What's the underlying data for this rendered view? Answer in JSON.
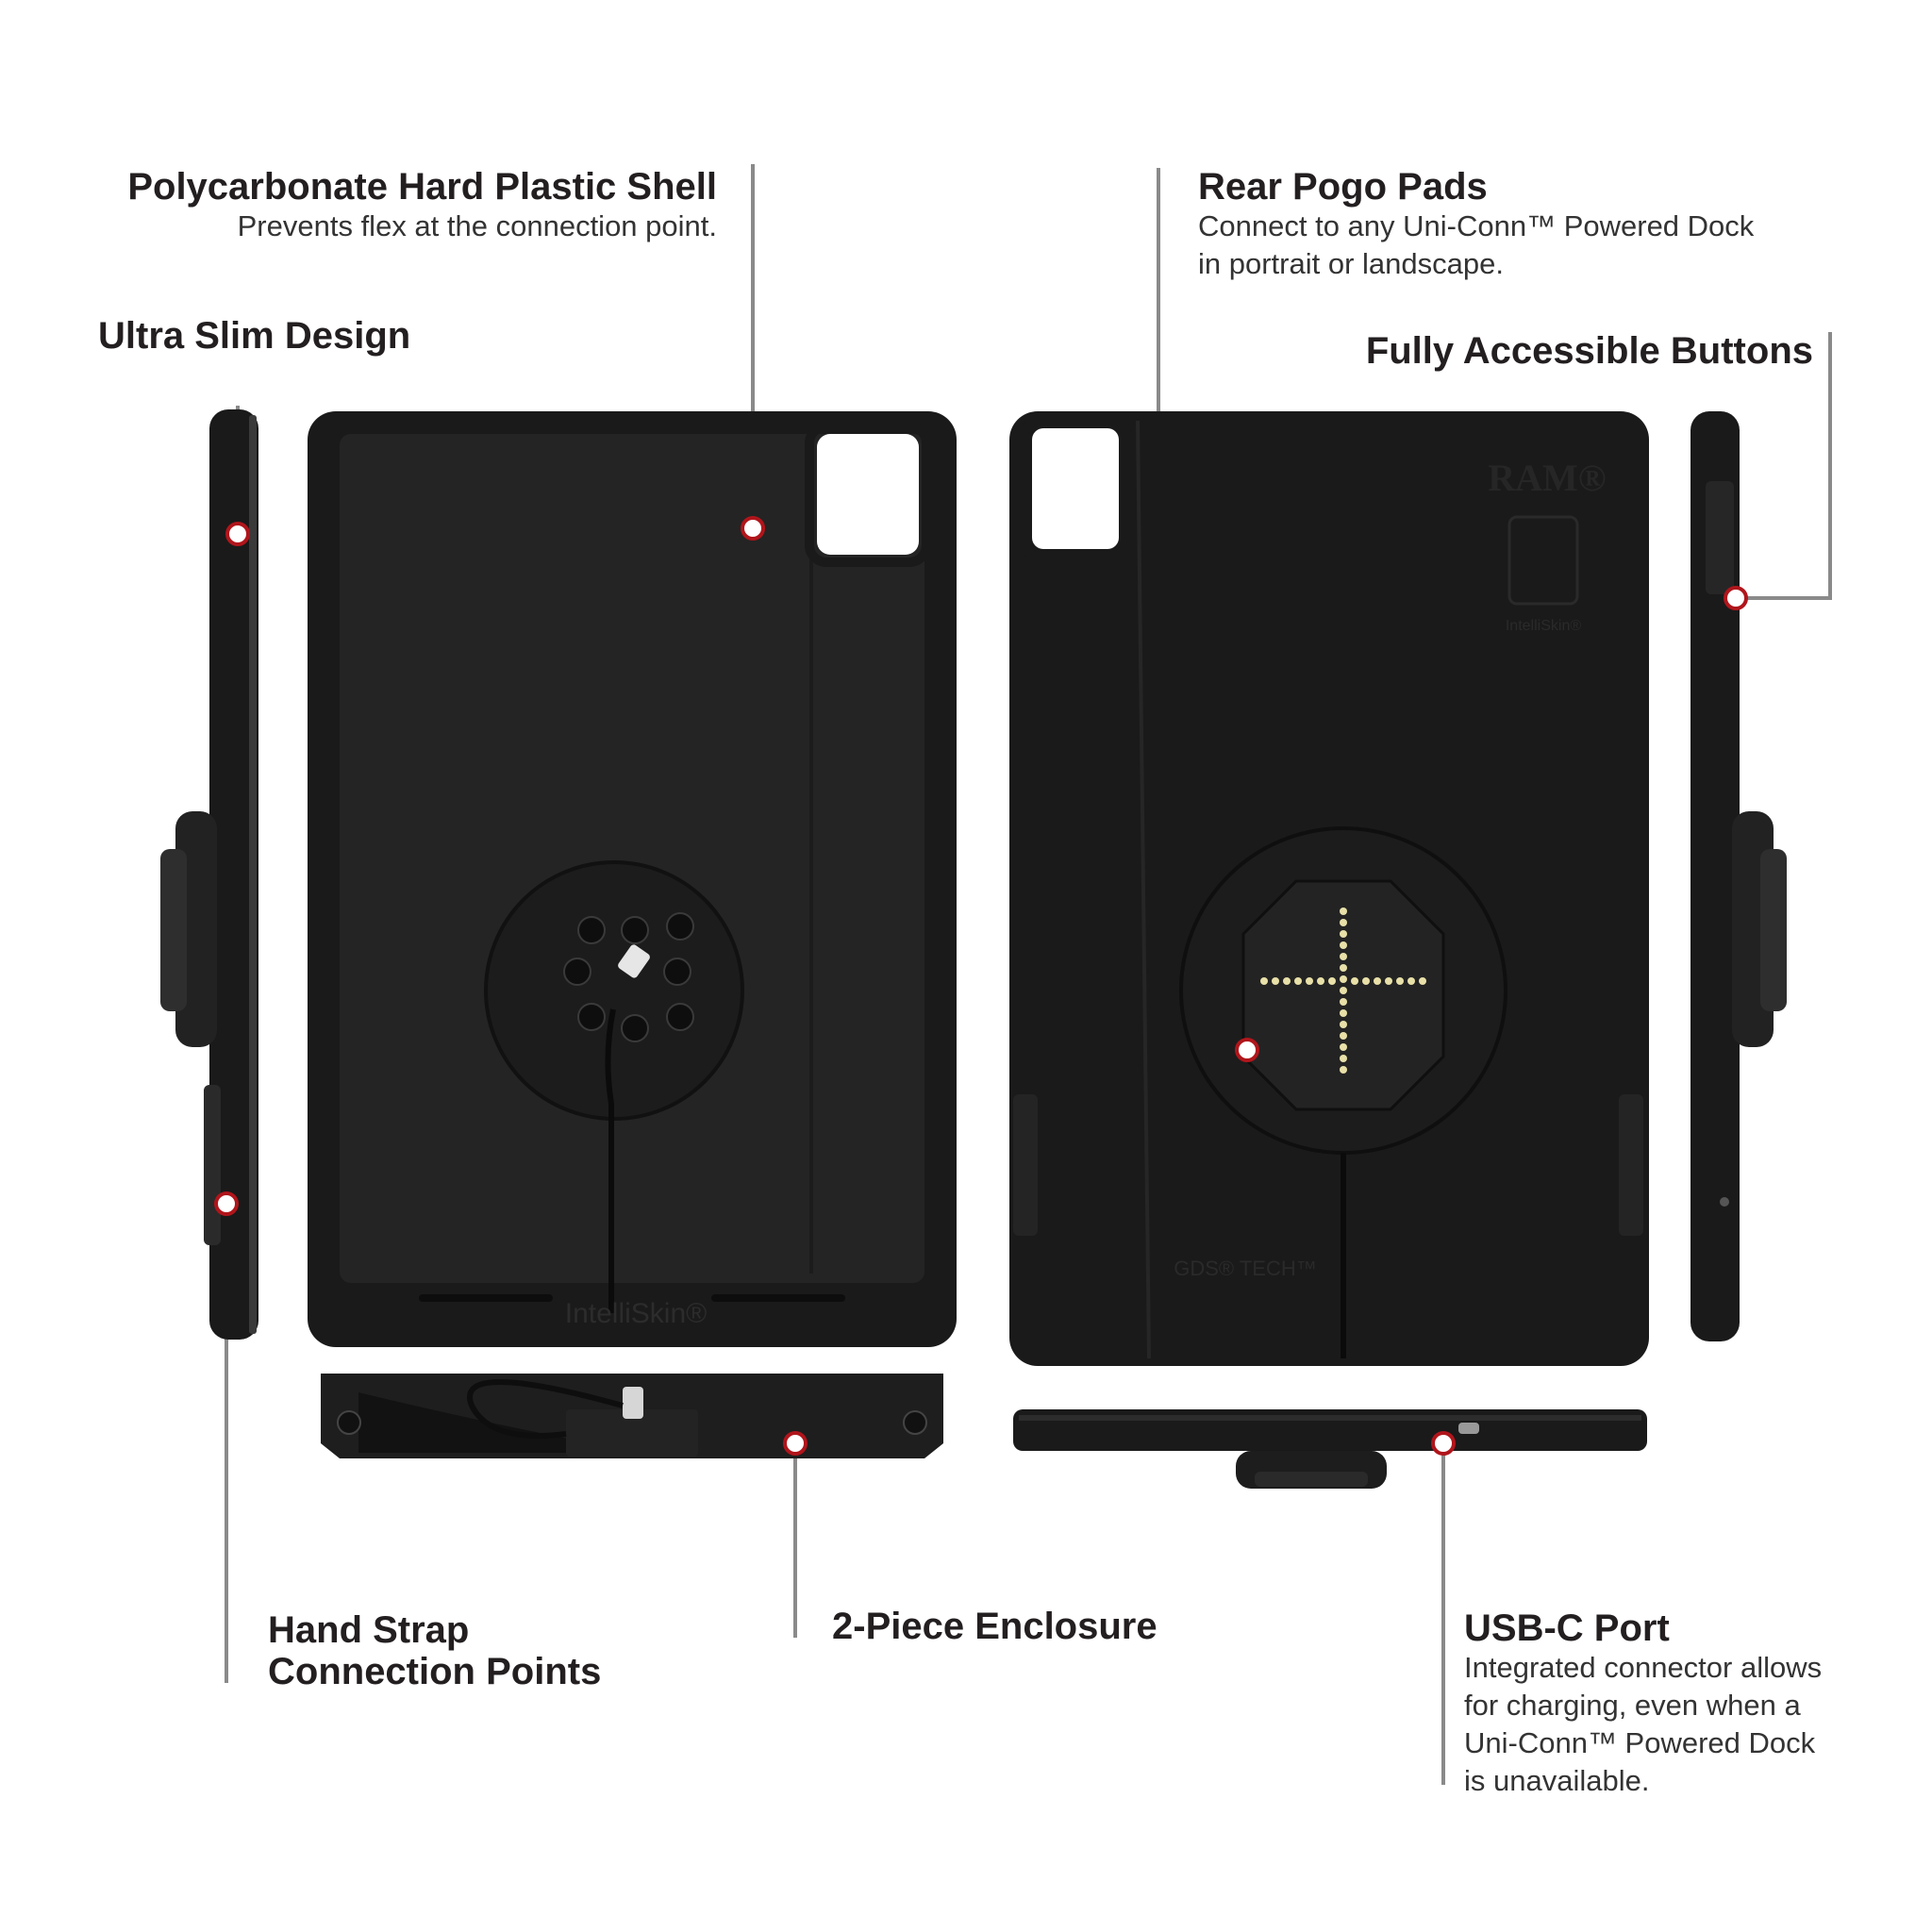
{
  "callouts": {
    "shell": {
      "title": "Polycarbonate Hard Plastic Shell",
      "desc": "Prevents flex at the connection point."
    },
    "slim": {
      "title": "Ultra Slim Design"
    },
    "pogo": {
      "title": "Rear Pogo Pads",
      "desc_line1": "Connect to any Uni-Conn™ Powered Dock",
      "desc_line2": "in portrait or landscape."
    },
    "buttons": {
      "title": "Fully Accessible Buttons"
    },
    "strap": {
      "title_line1": "Hand Strap",
      "title_line2": "Connection Points"
    },
    "enclosure": {
      "title": "2-Piece Enclosure"
    },
    "usbc": {
      "title": "USB-C Port",
      "desc_line1": "Integrated connector allows",
      "desc_line2": "for charging, even when a",
      "desc_line3": "Uni-Conn™ Powered Dock",
      "desc_line4": "is unavailable."
    }
  },
  "product_marks": {
    "front_logo": "IntelliSkin®",
    "rear_brand": "RAM®",
    "rear_logo": "IntelliSkin®",
    "rear_gds": "GDS® TECH™"
  },
  "colors": {
    "case": "#1a1a1a",
    "case_edge": "#2b2b2b",
    "leader": "#8a8a8a",
    "marker_ring": "#b0151b",
    "pogo": "#e8e0a8"
  }
}
